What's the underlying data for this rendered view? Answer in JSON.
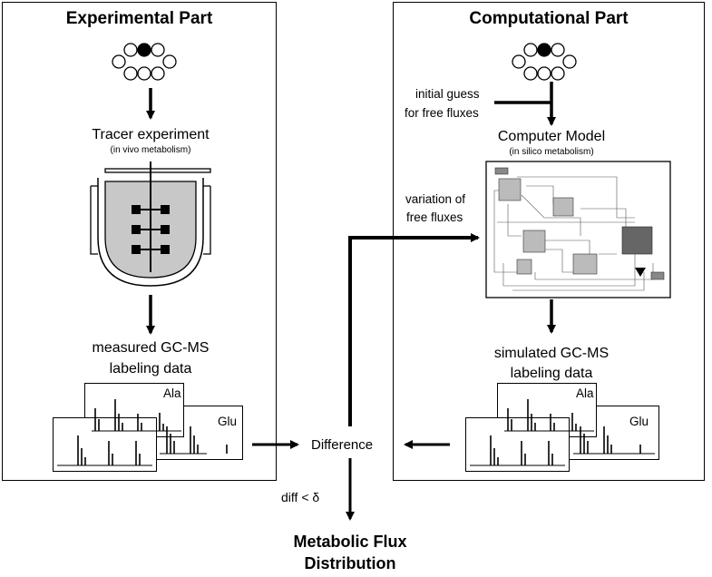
{
  "experimental": {
    "title": "Experimental Part",
    "tracer_label": "Tracer experiment",
    "tracer_sublabel": "(in vivo metabolism)",
    "measured_line1": "measured GC-MS",
    "measured_line2": "labeling data",
    "spectrum_back_label": "Ala",
    "spectrum_front_label": "Glu"
  },
  "computational": {
    "title": "Computational Part",
    "initial_guess_line1": "initial guess",
    "initial_guess_line2": "for free fluxes",
    "model_label": "Computer Model",
    "model_sublabel": "(in silico metabolism)",
    "simulated_line1": "simulated GC-MS",
    "simulated_line2": "labeling data",
    "spectrum_back_label": "Ala",
    "spectrum_front_label": "Glu"
  },
  "variation_line1": "variation of",
  "variation_line2": "free fluxes",
  "difference_label": "Difference",
  "condition_label": "diff < δ",
  "result_line1": "Metabolic Flux",
  "result_line2": "Distribution"
}
